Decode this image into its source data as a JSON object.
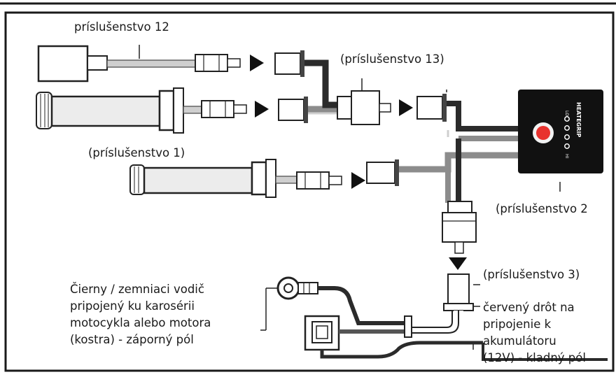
{
  "labels": {
    "acc12": "príslušenstvo 12",
    "acc13": "(príslušenstvo 13)",
    "acc1": "(príslušenstvo 1)",
    "acc2": "(príslušenstvo 2",
    "acc3": "(príslušenstvo 3)"
  },
  "ground_note": [
    "Čierny / zemniaci vodič",
    "pripojený ku karosérii",
    "motocykla alebo motora",
    "(kostra) - záporný pól"
  ],
  "red_note": [
    "červený drôt na",
    "pripojenie k",
    "akumulátoru",
    "(12V) - kladný pól"
  ],
  "controller": {
    "brand": "HEATEGRIP",
    "lo_mark": "LO",
    "hi_mark": "HI"
  },
  "colors": {
    "line": "#1a1a1a",
    "wire_dark": "#2b2b2b",
    "wire_mid": "#8c8c8c",
    "wire_light": "#cfcfcf",
    "controller_body": "#111111",
    "button_red": "#e8322e"
  }
}
